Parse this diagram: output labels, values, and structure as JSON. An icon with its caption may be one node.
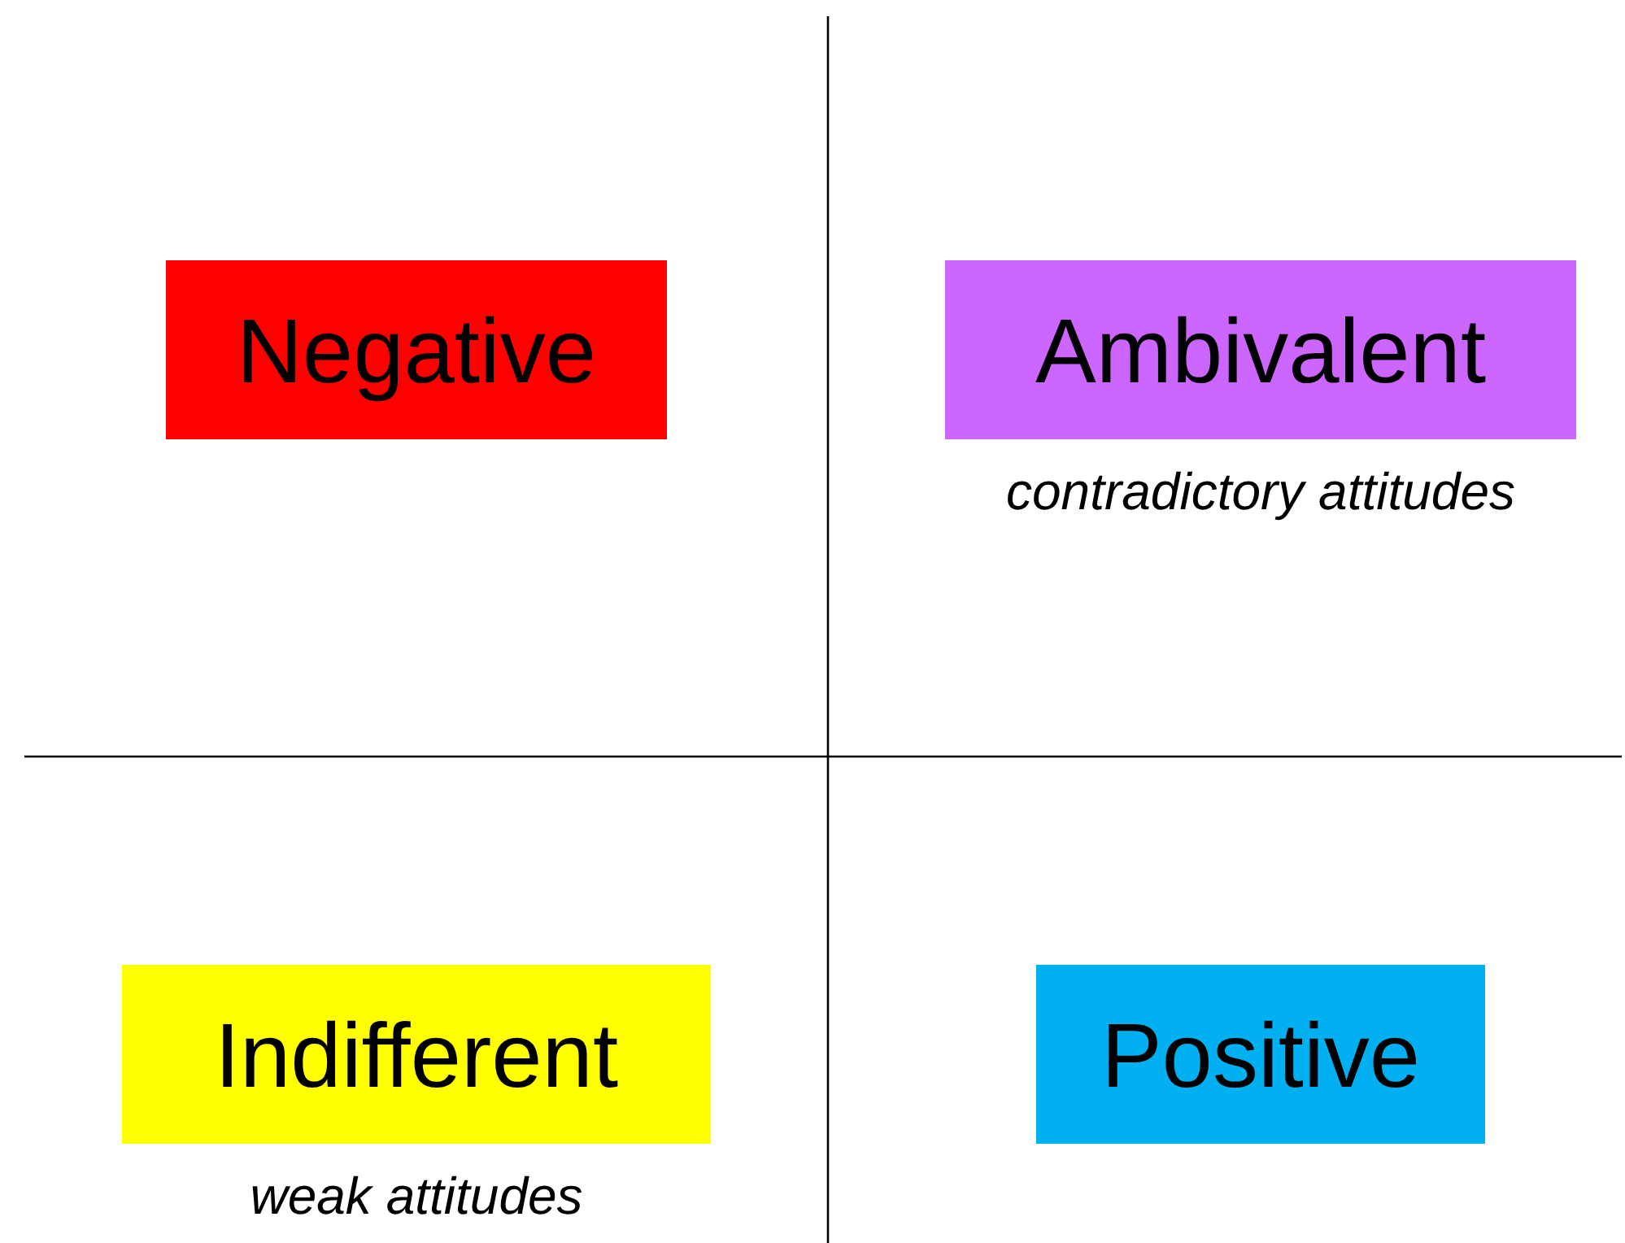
{
  "diagram": {
    "nodes": [
      {
        "text": [
          "Negative"
        ]
      },
      {
        "text": [
          "Ambivalent"
        ],
        "beside": [
          "contradictory attitudes"
        ]
      },
      {
        "text": [
          "Indifferent"
        ],
        "beside": [
          "weak attitudes"
        ]
      },
      {
        "text": [
          "Positive"
        ]
      }
    ]
  }
}
